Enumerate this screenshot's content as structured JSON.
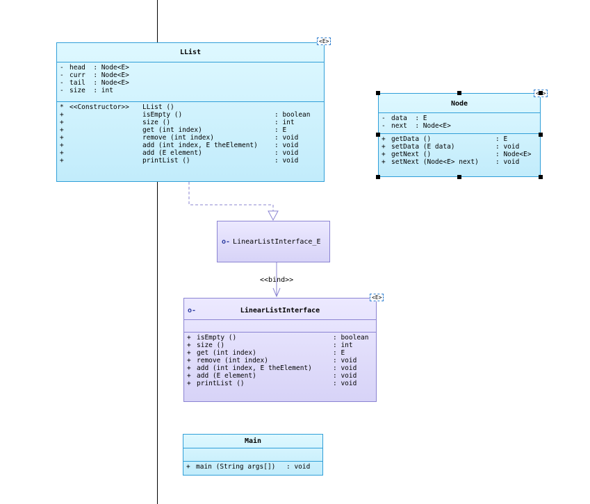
{
  "llist": {
    "name": "LList",
    "type_param": "<E>",
    "attributes": [
      {
        "vis": "-",
        "text": "head  : Node<E>"
      },
      {
        "vis": "-",
        "text": "curr  : Node<E>"
      },
      {
        "vis": "-",
        "text": "tail  : Node<E>"
      },
      {
        "vis": "-",
        "text": "size  : int"
      }
    ],
    "operations": [
      {
        "vis": "*",
        "stereo": "<<Constructor>>",
        "sig": "LList ()",
        "ret": ""
      },
      {
        "vis": "+",
        "stereo": "",
        "sig": "isEmpty ()",
        "ret": ": boolean"
      },
      {
        "vis": "+",
        "stereo": "",
        "sig": "size ()",
        "ret": ": int"
      },
      {
        "vis": "+",
        "stereo": "",
        "sig": "get (int index)",
        "ret": ": E"
      },
      {
        "vis": "+",
        "stereo": "",
        "sig": "remove (int index)",
        "ret": ": void"
      },
      {
        "vis": "+",
        "stereo": "",
        "sig": "add (int index, E theElement)",
        "ret": ": void"
      },
      {
        "vis": "+",
        "stereo": "",
        "sig": "add (E element)",
        "ret": ": void"
      },
      {
        "vis": "+",
        "stereo": "",
        "sig": "printList ()",
        "ret": ": void"
      }
    ]
  },
  "node": {
    "name": "Node",
    "type_param": "<E>",
    "attributes": [
      {
        "vis": "-",
        "text": "data  : E"
      },
      {
        "vis": "-",
        "text": "next  : Node<E>"
      }
    ],
    "operations": [
      {
        "vis": "+",
        "sig": "getData ()",
        "ret": ": E"
      },
      {
        "vis": "+",
        "sig": "setData (E data)",
        "ret": ": void"
      },
      {
        "vis": "+",
        "sig": "getNext ()",
        "ret": ": Node<E>"
      },
      {
        "vis": "+",
        "sig": "setNext (Node<E> next)",
        "ret": ": void"
      }
    ]
  },
  "bound_interface": {
    "name": "LinearListInterface_E",
    "icon": "o-"
  },
  "bind_label": "<<bind>>",
  "interface": {
    "name": "LinearListInterface",
    "type_param": "<E>",
    "icon": "o-",
    "operations": [
      {
        "vis": "+",
        "sig": "isEmpty ()",
        "ret": ": boolean"
      },
      {
        "vis": "+",
        "sig": "size ()",
        "ret": ": int"
      },
      {
        "vis": "+",
        "sig": "get (int index)",
        "ret": ": E"
      },
      {
        "vis": "+",
        "sig": "remove (int index)",
        "ret": ": void"
      },
      {
        "vis": "+",
        "sig": "add (int index, E theElement)",
        "ret": ": void"
      },
      {
        "vis": "+",
        "sig": "add (E element)",
        "ret": ": void"
      },
      {
        "vis": "+",
        "sig": "printList ()",
        "ret": ": void"
      }
    ]
  },
  "main": {
    "name": "Main",
    "operations": [
      {
        "vis": "+",
        "sig": "main (String args[])",
        "ret": ": void"
      }
    ]
  },
  "colors": {
    "class_border": "#2f9ed8",
    "interface_border": "#8a83d2"
  }
}
